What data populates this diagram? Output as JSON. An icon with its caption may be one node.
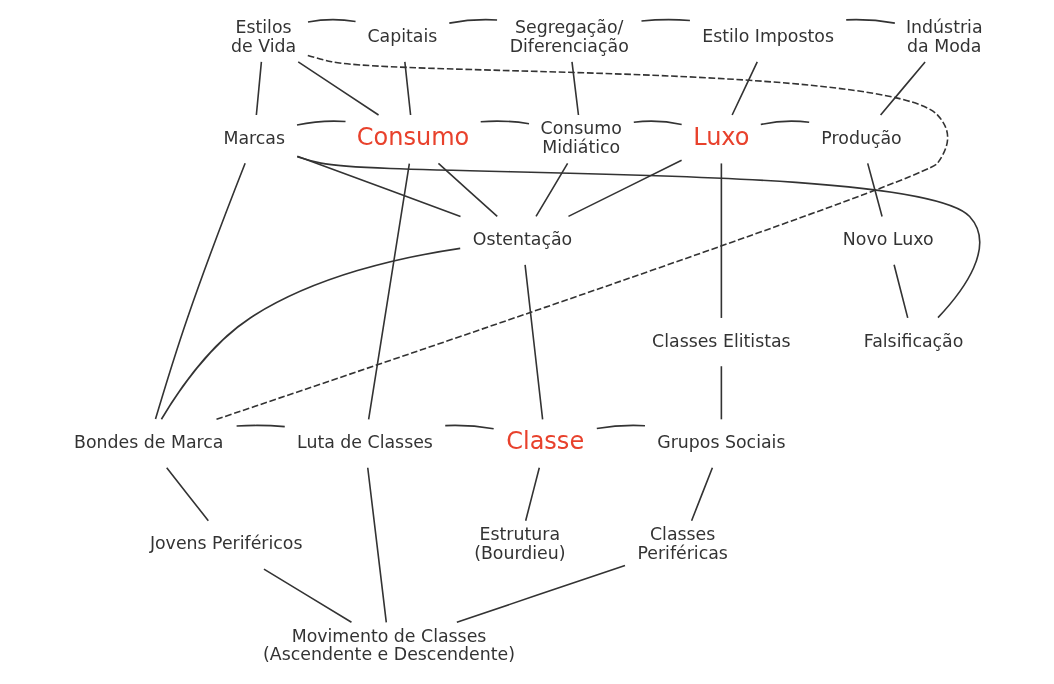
{
  "diagram": {
    "nodes": [
      {
        "text": [
          "Estilos de Vida"
        ]
      },
      {
        "text": [
          "Capitais"
        ]
      },
      {
        "text": [
          "Segregação/ Diferenciação"
        ]
      },
      {
        "text": [
          "Estilo Impostos"
        ]
      },
      {
        "text": [
          "Indústria da Moda"
        ]
      },
      {
        "text": [
          "Marcas"
        ]
      },
      {
        "text": [
          "Consumo"
        ]
      },
      {
        "text": [
          "Consumo Midiático"
        ]
      },
      {
        "text": [
          "Luxo"
        ]
      },
      {
        "text": [
          "Produção"
        ]
      },
      {
        "text": [
          "Ostentação"
        ]
      },
      {
        "text": [
          "Novo Luxo"
        ]
      },
      {
        "text": [
          "Classes Elitistas"
        ]
      },
      {
        "text": [
          "Falsificação"
        ]
      },
      {
        "text": [
          "Bondes de Marca"
        ]
      },
      {
        "text": [
          "Luta de Classes"
        ]
      },
      {
        "text": [
          "Classe"
        ]
      },
      {
        "text": [
          "Grupos Sociais"
        ]
      },
      {
        "text": [
          "Jovens Periféricos"
        ]
      },
      {
        "text": [
          "Estrutura (Bourdieu)"
        ]
      },
      {
        "text": [
          "Classes Periféricas"
        ]
      },
      {
        "text": [
          "Movimento de Classes (Ascendente e Descendente)"
        ]
      }
    ],
    "edges": [
      {
        "from": 0,
        "to": 1,
        "arrow": "none"
      },
      {
        "from": 1,
        "to": 2,
        "arrow": "none"
      },
      {
        "from": 2,
        "to": 3,
        "arrow": "none"
      },
      {
        "from": 3,
        "to": 4,
        "arrow": "none"
      },
      {
        "from": 0,
        "to": 5,
        "arrow": "none"
      },
      {
        "from": 0,
        "to": 6,
        "arrow": "none"
      },
      {
        "from": 1,
        "to": 6,
        "arrow": "none"
      },
      {
        "from": 2,
        "to": 7,
        "arrow": "none"
      },
      {
        "from": 3,
        "to": 8,
        "arrow": "none"
      },
      {
        "from": 4,
        "to": 9,
        "arrow": "none"
      },
      {
        "from": 5,
        "to": 6,
        "arrow": "none"
      },
      {
        "from": 6,
        "to": 7,
        "arrow": "none"
      },
      {
        "from": 7,
        "to": 8,
        "arrow": "none"
      },
      {
        "from": 8,
        "to": 9,
        "arrow": "none"
      },
      {
        "from": 6,
        "to": 10,
        "arrow": "none"
      },
      {
        "from": 7,
        "to": 10,
        "arrow": "none"
      },
      {
        "from": 8,
        "to": 10,
        "arrow": "none"
      },
      {
        "from": 5,
        "to": 10,
        "arrow": "none"
      },
      {
        "from": 14,
        "to": 10,
        "arrow": "none"
      },
      {
        "from": 9,
        "to": 11,
        "arrow": "none"
      },
      {
        "from": 11,
        "to": 13,
        "arrow": "none"
      },
      {
        "from": 8,
        "to": 12,
        "arrow": "none"
      },
      {
        "from": 5,
        "to": 14,
        "arrow": "none"
      },
      {
        "from": 6,
        "to": 15,
        "arrow": "none"
      },
      {
        "from": 10,
        "to": 16,
        "arrow": "none"
      },
      {
        "from": 12,
        "to": 17,
        "arrow": "none"
      },
      {
        "from": 14,
        "to": 15,
        "arrow": "none"
      },
      {
        "from": 15,
        "to": 16,
        "arrow": "none"
      },
      {
        "from": 16,
        "to": 17,
        "arrow": "none"
      },
      {
        "from": 14,
        "to": 18,
        "arrow": "none"
      },
      {
        "from": 16,
        "to": 19,
        "arrow": "none"
      },
      {
        "from": 17,
        "to": 20,
        "arrow": "none"
      },
      {
        "from": 18,
        "to": 21,
        "arrow": "none"
      },
      {
        "from": 15,
        "to": 21,
        "arrow": "none"
      },
      {
        "from": 20,
        "to": 21,
        "arrow": "none"
      },
      {
        "from": 13,
        "to": 5,
        "arrow": "none"
      },
      {
        "from": 0,
        "to": 14,
        "arrow": "none",
        "style": "dashed"
      }
    ]
  }
}
